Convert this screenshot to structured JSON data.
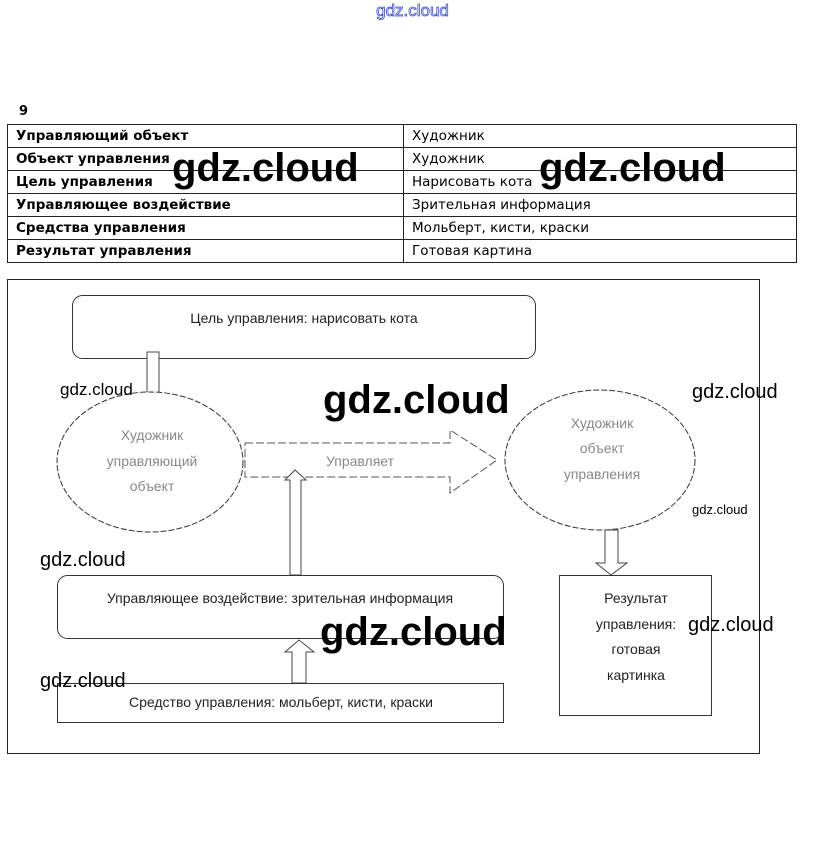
{
  "watermark": "gdz.cloud",
  "task_number": "9",
  "table": [
    [
      "Управляющий объект",
      "Художник"
    ],
    [
      "Объект управления",
      "Художник"
    ],
    [
      "Цель управления",
      "Нарисовать кота"
    ],
    [
      "Управляющее воздействие",
      "Зрительная информация"
    ],
    [
      "Средства управления",
      "Мольберт, кисти, краски"
    ],
    [
      "Результат управления",
      "Готовая картина"
    ]
  ],
  "diagram": {
    "goal": "Цель управления: нарисовать кота",
    "controller": [
      "Художник",
      "управляющий",
      "объект"
    ],
    "controls": "Управляет",
    "controlled": [
      "Художник",
      "объект",
      "управления"
    ],
    "action": "Управляющее воздействие: зрительная информация",
    "means": "Средство управления: мольберт, кисти, краски",
    "result": [
      "Результат",
      "управления:",
      "готовая",
      "картинка"
    ]
  }
}
